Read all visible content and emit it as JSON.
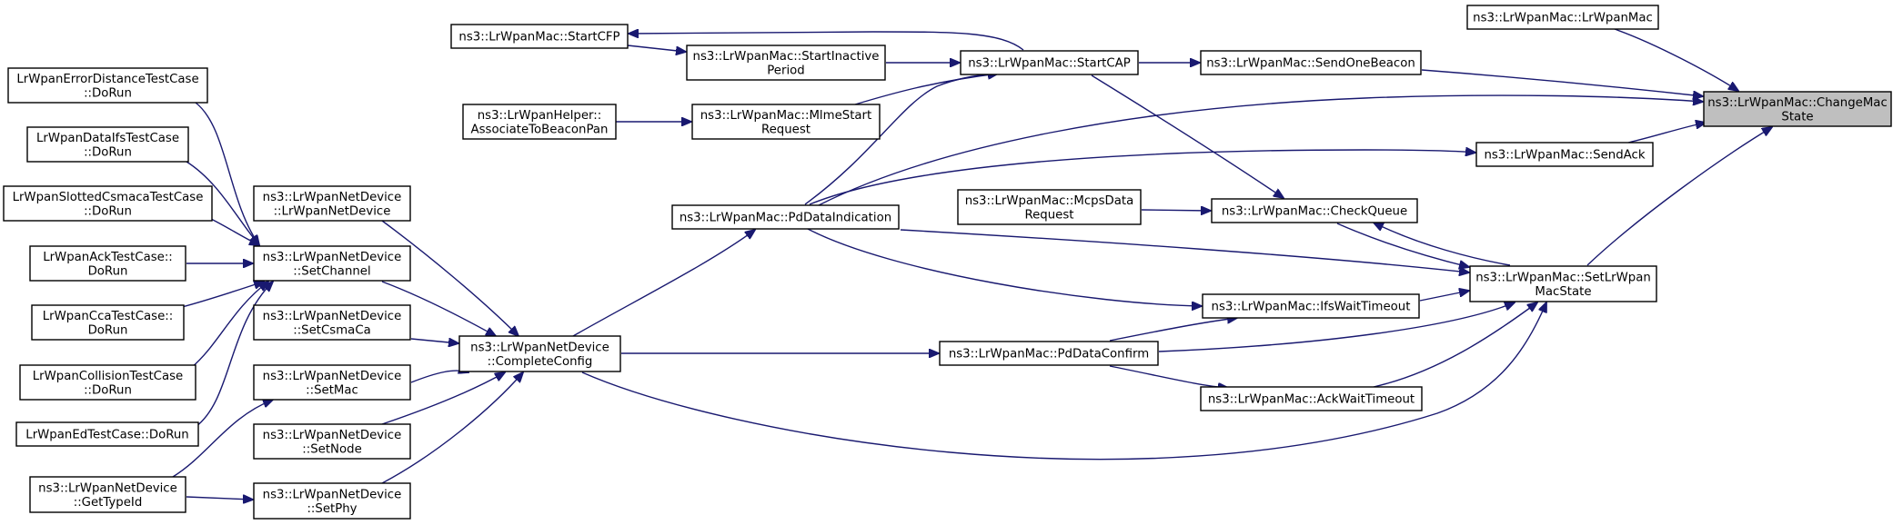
{
  "nodes": [
    {
      "id": "changemacstate",
      "lines": [
        "ns3::LrWpanMac::ChangeMac",
        "State"
      ],
      "focus": true
    },
    {
      "id": "lrwpanmac_ctor",
      "lines": [
        "ns3::LrWpanMac::LrWpanMac"
      ]
    },
    {
      "id": "sendonebeacon",
      "lines": [
        "ns3::LrWpanMac::SendOneBeacon"
      ]
    },
    {
      "id": "sendack",
      "lines": [
        "ns3::LrWpanMac::SendAck"
      ]
    },
    {
      "id": "setlrwpanmacstate",
      "lines": [
        "ns3::LrWpanMac::SetLrWpan",
        "MacState"
      ]
    },
    {
      "id": "startcap",
      "lines": [
        "ns3::LrWpanMac::StartCAP"
      ]
    },
    {
      "id": "startcfp",
      "lines": [
        "ns3::LrWpanMac::StartCFP"
      ]
    },
    {
      "id": "startinactive",
      "lines": [
        "ns3::LrWpanMac::StartInactive",
        "Period"
      ]
    },
    {
      "id": "mlmestart",
      "lines": [
        "ns3::LrWpanMac::MlmeStart",
        "Request"
      ]
    },
    {
      "id": "associate",
      "lines": [
        "ns3::LrWpanHelper::",
        "AssociateToBeaconPan"
      ]
    },
    {
      "id": "checkqueue",
      "lines": [
        "ns3::LrWpanMac::CheckQueue"
      ]
    },
    {
      "id": "mcpsdata",
      "lines": [
        "ns3::LrWpanMac::McpsData",
        "Request"
      ]
    },
    {
      "id": "pddataindication",
      "lines": [
        "ns3::LrWpanMac::PdDataIndication"
      ]
    },
    {
      "id": "ifswait",
      "lines": [
        "ns3::LrWpanMac::IfsWaitTimeout"
      ]
    },
    {
      "id": "pddataconfirm",
      "lines": [
        "ns3::LrWpanMac::PdDataConfirm"
      ]
    },
    {
      "id": "ackwait",
      "lines": [
        "ns3::LrWpanMac::AckWaitTimeout"
      ]
    },
    {
      "id": "completeconfig",
      "lines": [
        "ns3::LrWpanNetDevice",
        "::CompleteConfig"
      ]
    },
    {
      "id": "netdevice_ctor",
      "lines": [
        "ns3::LrWpanNetDevice",
        "::LrWpanNetDevice"
      ]
    },
    {
      "id": "setchannel",
      "lines": [
        "ns3::LrWpanNetDevice",
        "::SetChannel"
      ]
    },
    {
      "id": "setcsmaca",
      "lines": [
        "ns3::LrWpanNetDevice",
        "::SetCsmaCa"
      ]
    },
    {
      "id": "setmac",
      "lines": [
        "ns3::LrWpanNetDevice",
        "::SetMac"
      ]
    },
    {
      "id": "setnode",
      "lines": [
        "ns3::LrWpanNetDevice",
        "::SetNode"
      ]
    },
    {
      "id": "setphy",
      "lines": [
        "ns3::LrWpanNetDevice",
        "::SetPhy"
      ]
    },
    {
      "id": "gettypeid",
      "lines": [
        "ns3::LrWpanNetDevice",
        "::GetTypeId"
      ]
    },
    {
      "id": "errordist",
      "lines": [
        "LrWpanErrorDistanceTestCase",
        "::DoRun"
      ]
    },
    {
      "id": "dataifs",
      "lines": [
        "LrWpanDataIfsTestCase",
        "::DoRun"
      ]
    },
    {
      "id": "slotted",
      "lines": [
        "LrWpanSlottedCsmacaTestCase",
        "::DoRun"
      ]
    },
    {
      "id": "acktest",
      "lines": [
        "LrWpanAckTestCase::",
        "DoRun"
      ]
    },
    {
      "id": "ccatest",
      "lines": [
        "LrWpanCcaTestCase::",
        "DoRun"
      ]
    },
    {
      "id": "collision",
      "lines": [
        "LrWpanCollisionTestCase",
        "::DoRun"
      ]
    },
    {
      "id": "edtest",
      "lines": [
        "LrWpanEdTestCase::DoRun"
      ]
    }
  ],
  "edges": [
    {
      "from": "lrwpanmac_ctor",
      "to": "changemacstate"
    },
    {
      "from": "sendonebeacon",
      "to": "changemacstate"
    },
    {
      "from": "pddataindication",
      "to": "changemacstate"
    },
    {
      "from": "sendack",
      "to": "changemacstate"
    },
    {
      "from": "setlrwpanmacstate",
      "to": "changemacstate"
    },
    {
      "from": "startcap",
      "to": "sendonebeacon"
    },
    {
      "from": "startcap",
      "to": "startcfp"
    },
    {
      "from": "startcfp",
      "to": "startinactive"
    },
    {
      "from": "startinactive",
      "to": "startcap"
    },
    {
      "from": "mlmestart",
      "to": "startcap"
    },
    {
      "from": "associate",
      "to": "mlmestart"
    },
    {
      "from": "pddataindication",
      "to": "startcap"
    },
    {
      "from": "startcap",
      "to": "checkqueue"
    },
    {
      "from": "pddataindication",
      "to": "sendack"
    },
    {
      "from": "mcpsdata",
      "to": "checkqueue"
    },
    {
      "from": "setlrwpanmacstate",
      "to": "checkqueue"
    },
    {
      "from": "checkqueue",
      "to": "setlrwpanmacstate"
    },
    {
      "from": "pddataindication",
      "to": "setlrwpanmacstate"
    },
    {
      "from": "pddataindication",
      "to": "ifswait"
    },
    {
      "from": "ifswait",
      "to": "setlrwpanmacstate"
    },
    {
      "from": "pddataconfirm",
      "to": "ifswait"
    },
    {
      "from": "pddataconfirm",
      "to": "setlrwpanmacstate"
    },
    {
      "from": "pddataconfirm",
      "to": "ackwait"
    },
    {
      "from": "ackwait",
      "to": "setlrwpanmacstate"
    },
    {
      "from": "completeconfig",
      "to": "pddataindication"
    },
    {
      "from": "completeconfig",
      "to": "pddataconfirm"
    },
    {
      "from": "completeconfig",
      "to": "setlrwpanmacstate"
    },
    {
      "from": "netdevice_ctor",
      "to": "completeconfig"
    },
    {
      "from": "setchannel",
      "to": "completeconfig"
    },
    {
      "from": "setcsmaca",
      "to": "completeconfig"
    },
    {
      "from": "setmac",
      "to": "completeconfig"
    },
    {
      "from": "setnode",
      "to": "completeconfig"
    },
    {
      "from": "setphy",
      "to": "completeconfig"
    },
    {
      "from": "gettypeid",
      "to": "setmac"
    },
    {
      "from": "gettypeid",
      "to": "setphy"
    },
    {
      "from": "errordist",
      "to": "setchannel"
    },
    {
      "from": "dataifs",
      "to": "setchannel"
    },
    {
      "from": "slotted",
      "to": "setchannel"
    },
    {
      "from": "acktest",
      "to": "setchannel"
    },
    {
      "from": "ccatest",
      "to": "setchannel"
    },
    {
      "from": "collision",
      "to": "setchannel"
    },
    {
      "from": "edtest",
      "to": "setchannel"
    }
  ]
}
